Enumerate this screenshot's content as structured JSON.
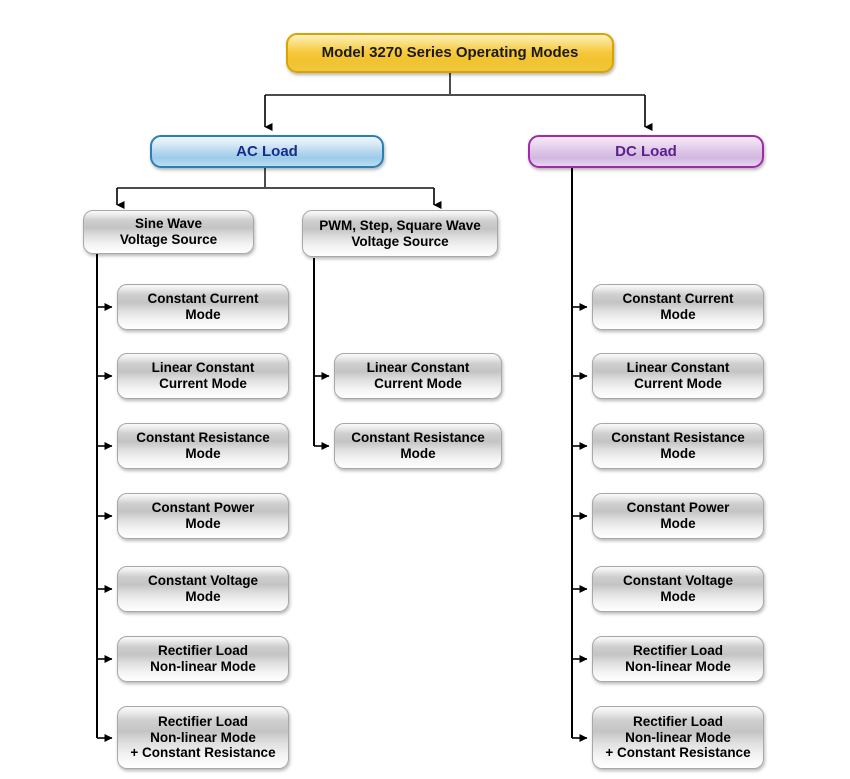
{
  "diagram": {
    "title": "Model 3270 Series Operating Modes",
    "root": {
      "label": "Model 3270 Series Operating Modes",
      "color": "#f5c83c",
      "border_color": "#d9a400",
      "text_color": "#1a1a1a"
    },
    "branches": [
      {
        "label": "AC Load",
        "color": "#b4d7ee",
        "border_color": "#2b7fb5",
        "text_color": "#132e8c"
      },
      {
        "label": "DC Load",
        "color": "#ddc4e7",
        "border_color": "#a02ba8",
        "text_color": "#5b1f8e"
      }
    ],
    "sources": [
      {
        "label": "Sine Wave\nVoltage Source"
      },
      {
        "label": "PWM, Step, Square Wave\nVoltage Source"
      }
    ],
    "ac_sine_modes": [
      {
        "label": "Constant Current\nMode"
      },
      {
        "label": "Linear Constant\nCurrent Mode"
      },
      {
        "label": "Constant Resistance\nMode"
      },
      {
        "label": "Constant Power\nMode"
      },
      {
        "label": "Constant Voltage\nMode"
      },
      {
        "label": "Rectifier Load\nNon-linear Mode"
      },
      {
        "label": "Rectifier Load\nNon-linear Mode\n+ Constant Resistance"
      }
    ],
    "ac_pwm_modes": [
      {
        "label": "Linear Constant\nCurrent Mode"
      },
      {
        "label": "Constant Resistance\nMode"
      }
    ],
    "dc_modes": [
      {
        "label": "Constant Current\nMode"
      },
      {
        "label": "Linear Constant\nCurrent Mode"
      },
      {
        "label": "Constant Resistance\nMode"
      },
      {
        "label": "Constant Power\nMode"
      },
      {
        "label": "Constant Voltage\nMode"
      },
      {
        "label": "Rectifier Load\nNon-linear Mode"
      },
      {
        "label": "Rectifier Load\nNon-linear Mode\n+ Constant Resistance"
      }
    ],
    "connector_color": "#4d4d4d",
    "arrow_color": "#000000"
  }
}
